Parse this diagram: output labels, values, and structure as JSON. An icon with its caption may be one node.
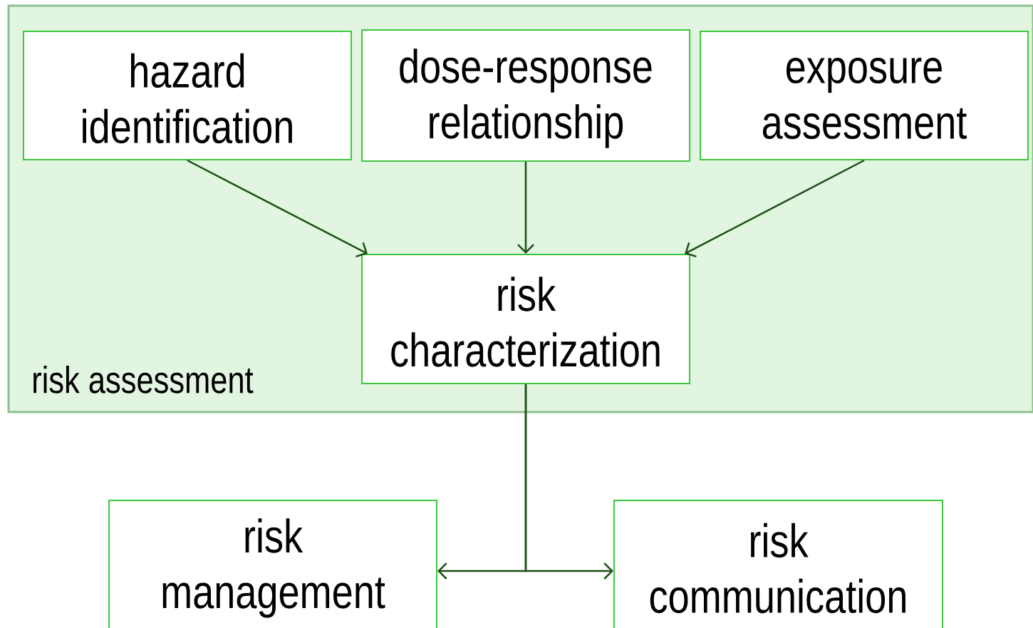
{
  "diagram": {
    "nodes": [
      {
        "text": [
          "risk assessment"
        ]
      },
      {
        "text": [
          "hazard identification"
        ],
        "in": 0
      },
      {
        "text": [
          "dose-response relationship"
        ],
        "in": 0
      },
      {
        "text": [
          "exposure assessment"
        ],
        "in": 0
      },
      {
        "text": [
          "risk characterization"
        ],
        "in": 0
      },
      {
        "text": [
          "risk management"
        ]
      },
      {
        "text": [
          "risk communication"
        ]
      }
    ],
    "edges": [
      {
        "from": 1,
        "to": 4,
        "arrow": "to"
      },
      {
        "from": 2,
        "to": 4,
        "arrow": "to"
      },
      {
        "from": 3,
        "to": 4,
        "arrow": "to"
      },
      {
        "from": 4,
        "to": 5,
        "arrow": "to"
      },
      {
        "from": 4,
        "to": 6,
        "arrow": "to"
      }
    ]
  }
}
